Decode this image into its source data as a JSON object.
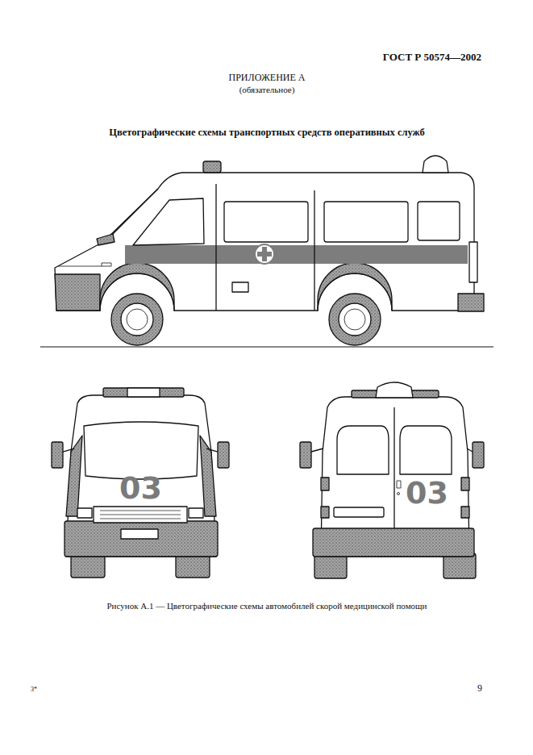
{
  "diagram": {
    "title": "Цветографические схемы транспортных средств оперативных служб",
    "caption": "Рисунок А.1 — Цветографические схемы автомобилей скорой медицинской помощи",
    "labels": [
      "ГОСТ Р 50574—2002",
      "ПРИЛОЖЕНИЕ А",
      "(обязательное)",
      "03",
      "03",
      "3*",
      "9"
    ]
  }
}
